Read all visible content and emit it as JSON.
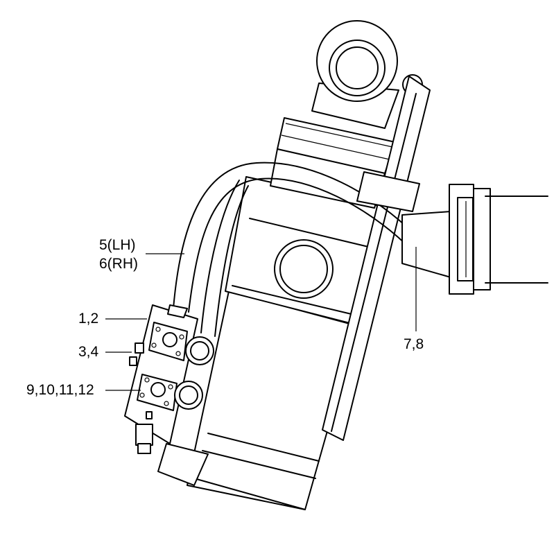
{
  "diagram": {
    "callouts": {
      "c12": "1,2",
      "c34": "3,4",
      "c9_12": "9,10,11,12",
      "c5": "5(LH)",
      "c6": "6(RH)",
      "c78": "7,8"
    },
    "line_color": "#000000",
    "background": "#ffffff"
  }
}
